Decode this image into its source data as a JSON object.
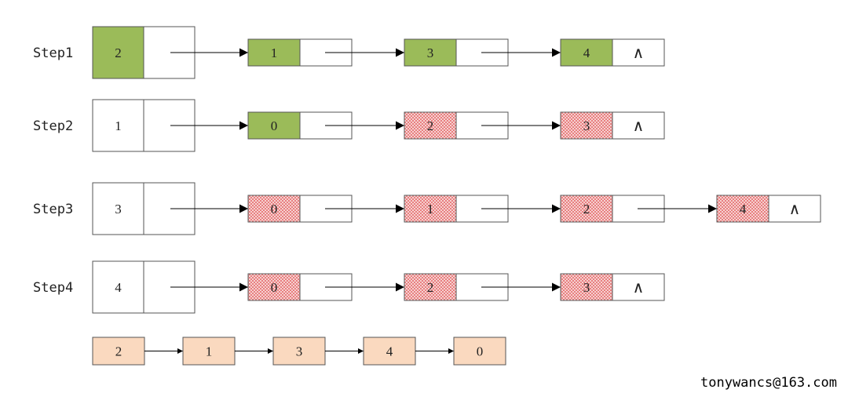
{
  "colors": {
    "visited": "#9BBB59",
    "pending_hatch": "#E46C6C",
    "pending_bg": "#FBE6E6",
    "order": "#FAD9BF",
    "border": "#555555",
    "arrow": "#000000"
  },
  "rows": [
    {
      "label": "Step1",
      "head": "2",
      "head_state": "visited",
      "nodes": [
        {
          "value": "1",
          "state": "visited"
        },
        {
          "value": "3",
          "state": "visited"
        },
        {
          "value": "4",
          "state": "visited"
        }
      ]
    },
    {
      "label": "Step2",
      "head": "1",
      "head_state": "plain",
      "nodes": [
        {
          "value": "0",
          "state": "visited"
        },
        {
          "value": "2",
          "state": "pending"
        },
        {
          "value": "3",
          "state": "pending"
        }
      ]
    },
    {
      "label": "Step3",
      "head": "3",
      "head_state": "plain",
      "nodes": [
        {
          "value": "0",
          "state": "pending"
        },
        {
          "value": "1",
          "state": "pending"
        },
        {
          "value": "2",
          "state": "pending"
        },
        {
          "value": "4",
          "state": "pending"
        }
      ]
    },
    {
      "label": "Step4",
      "head": "4",
      "head_state": "plain",
      "nodes": [
        {
          "value": "0",
          "state": "pending"
        },
        {
          "value": "2",
          "state": "pending"
        },
        {
          "value": "3",
          "state": "pending"
        }
      ]
    }
  ],
  "null_symbol": "∧",
  "order": [
    "2",
    "1",
    "3",
    "4",
    "0"
  ],
  "footer": "tonywancs@163.com"
}
